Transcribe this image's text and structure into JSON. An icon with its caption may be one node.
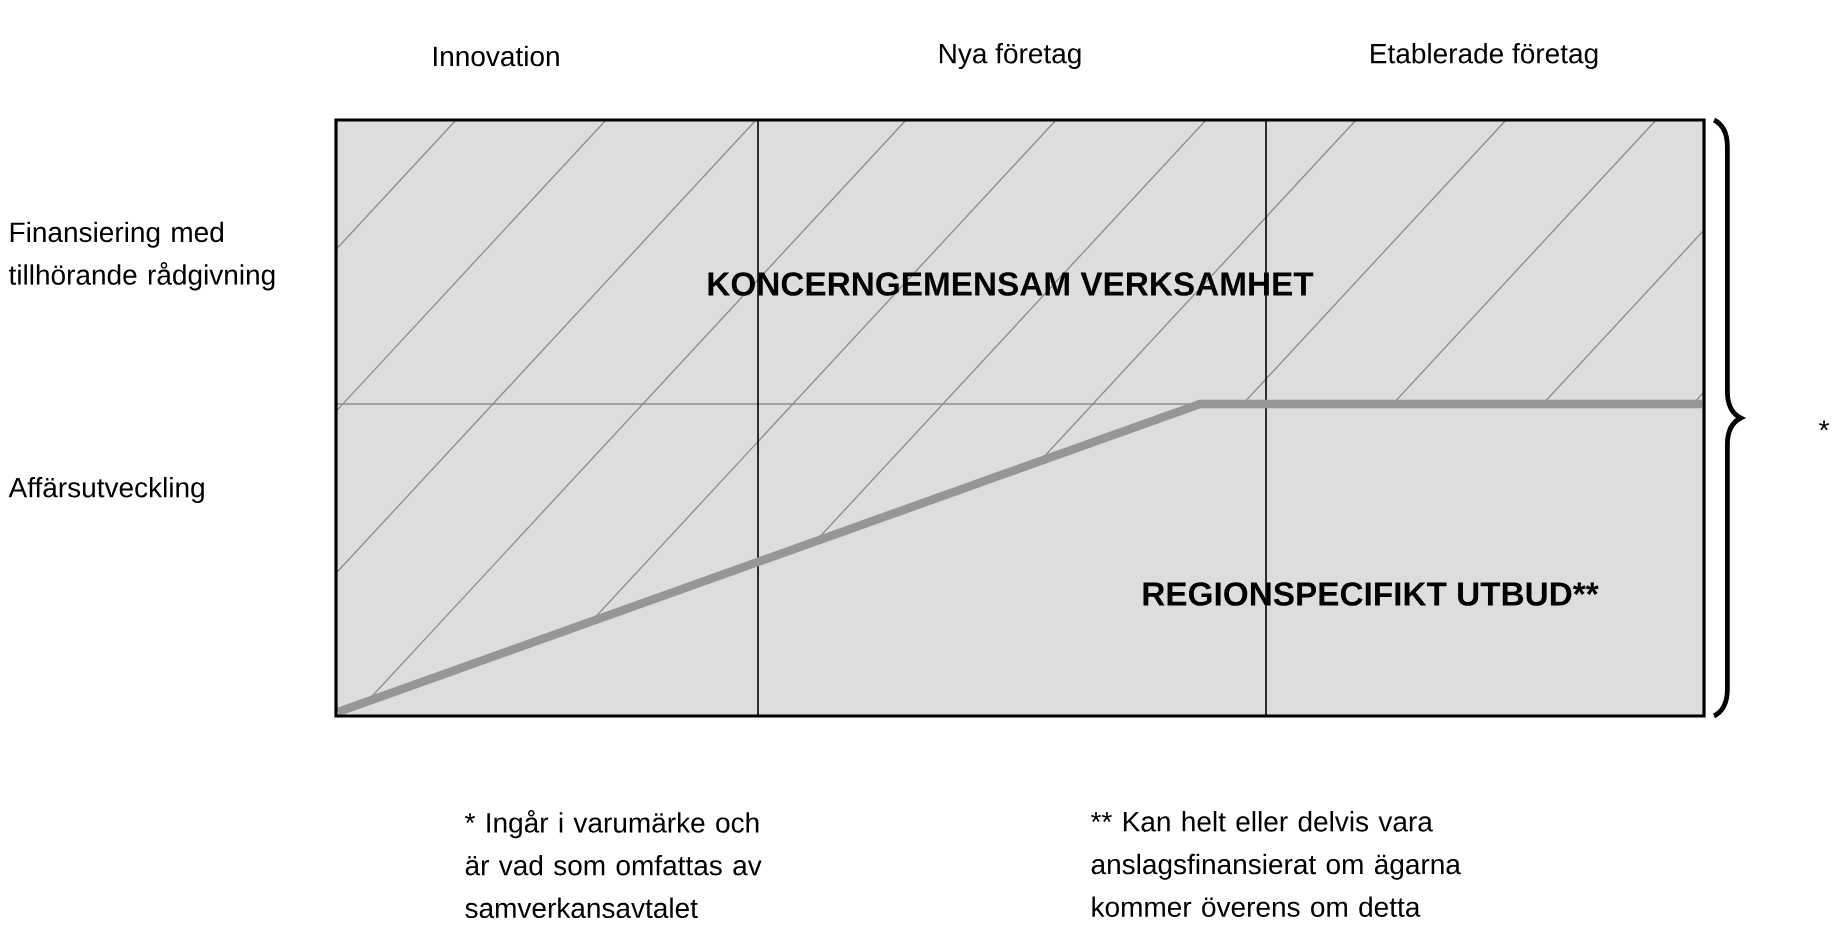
{
  "diagram": {
    "labels": [
      "Innovation",
      "Nya företag",
      "Etablerade företag",
      "Finansiering med tillhörande rådgivning",
      "Affärsutveckling",
      "KONCERNGEMENSAM VERKSAMHET",
      "REGIONSPECIFIKT UTBUD**",
      "*",
      "* Ingår i varumärke och är vad som omfattas av samverkansavtalet",
      "** Kan helt eller delvis vara anslagsfinansierat om ägarna kommer överens om detta"
    ]
  }
}
